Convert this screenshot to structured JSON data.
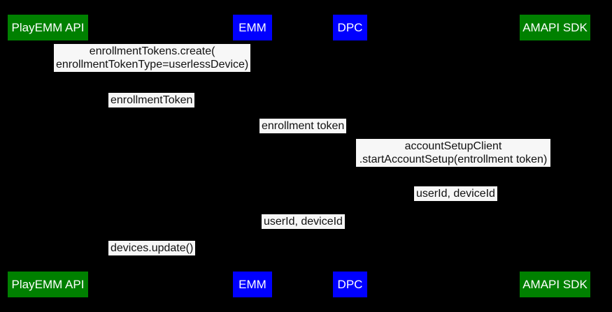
{
  "diagram": {
    "type": "sequence-diagram",
    "background": "#000000",
    "colors": {
      "actor_green": "#008000",
      "actor_blue": "#0000ff",
      "message_background": "#f7f7f7",
      "message_text": "#111111",
      "actor_text": "#ffffff"
    },
    "actors": [
      {
        "id": "playemm-api",
        "label": "PlayEMM API",
        "color": "#008000"
      },
      {
        "id": "emm",
        "label": "EMM",
        "color": "#0000ff"
      },
      {
        "id": "dpc",
        "label": "DPC",
        "color": "#0000ff"
      },
      {
        "id": "amapi-sdk",
        "label": "AMAPI SDK",
        "color": "#008000"
      }
    ],
    "messages": [
      {
        "lines": [
          "enrollmentTokens.create(",
          "enrollmentTokenType=userlessDevice)"
        ]
      },
      {
        "lines": [
          "enrollmentToken"
        ]
      },
      {
        "lines": [
          "enrollment token"
        ]
      },
      {
        "lines": [
          "accountSetupClient",
          ".startAccountSetup(entrollment token)"
        ]
      },
      {
        "lines": [
          "userId, deviceId"
        ]
      },
      {
        "lines": [
          "userId, deviceId"
        ]
      },
      {
        "lines": [
          "devices.update()"
        ]
      }
    ]
  }
}
